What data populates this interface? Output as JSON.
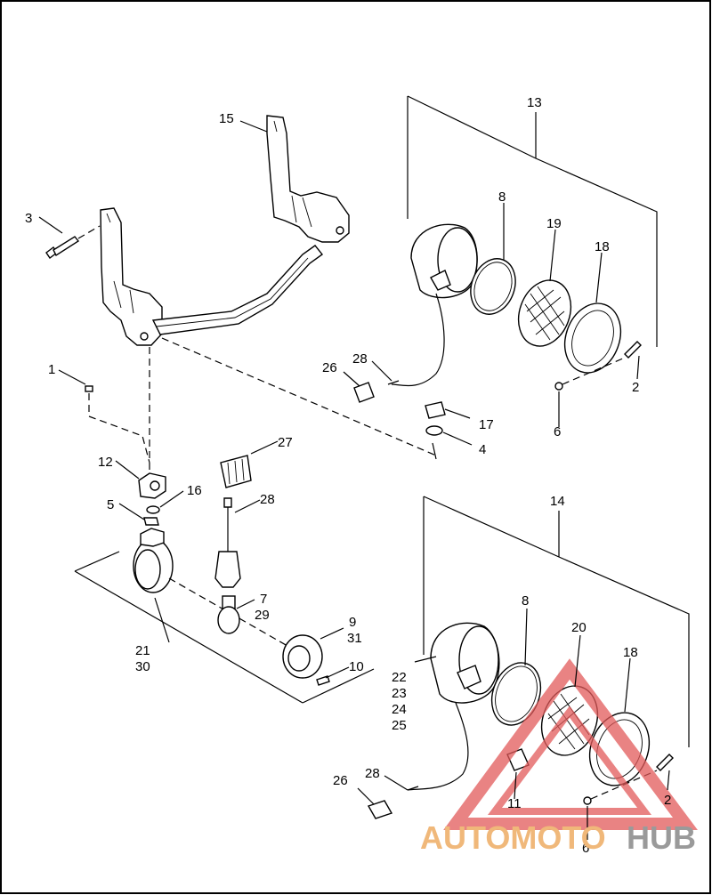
{
  "diagram": {
    "labels": {
      "l1": "1",
      "l2a": "2",
      "l2b": "2",
      "l3": "3",
      "l4": "4",
      "l5": "5",
      "l6a": "6",
      "l6b": "6",
      "l7": "7",
      "l29": "29",
      "l8a": "8",
      "l8b": "8",
      "l9": "9",
      "l31": "31",
      "l10": "10",
      "l11": "11",
      "l12": "12",
      "l13": "13",
      "l14": "14",
      "l15": "15",
      "l16": "16",
      "l17": "17",
      "l18a": "18",
      "l18b": "18",
      "l19": "19",
      "l20": "20",
      "l21": "21",
      "l30": "30",
      "l22": "22",
      "l23": "23",
      "l24": "24",
      "l25": "25",
      "l26a": "26",
      "l26b": "26",
      "l27": "27",
      "l28a": "28",
      "l28b": "28",
      "l28c": "28"
    }
  },
  "watermark": {
    "part1": "AUTOMOTO",
    "part2": "HUB",
    "color_accent": "#f0b87a",
    "color_gray": "#9a9a9a",
    "triangle_color": "#e25a5a"
  },
  "frame_color": "#000000"
}
